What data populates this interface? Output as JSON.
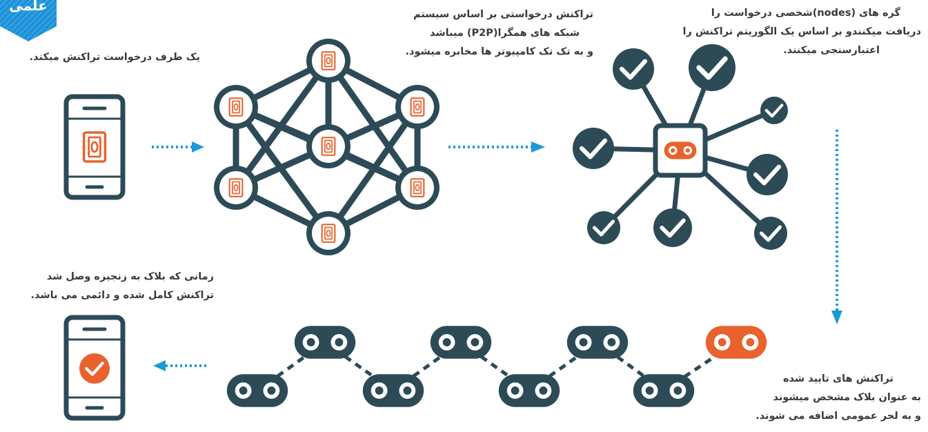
{
  "badge": {
    "label": "علمی"
  },
  "steps": {
    "step1": {
      "line1": "یک طرف درخواست تراکنش میکند."
    },
    "step2": {
      "line1": "تراکنش درخواستی بر اساس سیستم",
      "line2": "شبکه های همگرا(P2P) میباشد",
      "line3": "و به تک تک کامپیوتر ها مخابره میشود."
    },
    "step3": {
      "line1": "گره های (nodes)شخصی  درخواست را",
      "line2": "دریافت میکنندو بر اساس یک الگوریتم تراکنش را",
      "line3": "اعتبارسنجی میکنند."
    },
    "step4": {
      "line1": "تراکنش های تایید شده",
      "line2": "به عنوان بلاک مشخص میشوند",
      "line3": "و به لجر عمومی اضافه می شوند."
    },
    "step5": {
      "line1": "زمانی که بلاک به زنجیره وصل شد",
      "line2": "تراکنش کامل شده و دائمی  می باشد."
    }
  },
  "colors": {
    "dark": "#2d4a57",
    "accent": "#e9622e",
    "arrow": "#1a9ad6",
    "badge": "#1e90d8"
  },
  "icons": [
    "phone-icon",
    "banknote-icon",
    "check-icon",
    "chain-link-icon",
    "arrow-right-icon",
    "arrow-down-icon",
    "arrow-left-icon"
  ]
}
